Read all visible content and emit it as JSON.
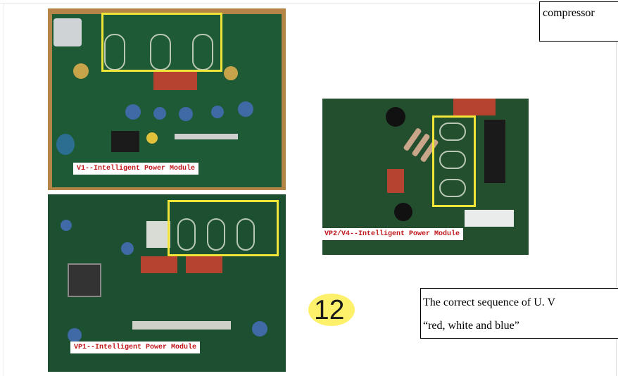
{
  "callouts": {
    "top_text": "compressor",
    "bottom_line1": "The correct sequence of U. V",
    "bottom_line2": "“red, white and blue”"
  },
  "photos": [
    {
      "label": "V1--Intelligent Power  Module"
    },
    {
      "label": "VP1--Intelligent Power  Module"
    },
    {
      "label": "VP2/V4--Intelligent Power  Module"
    }
  ],
  "badge": {
    "number": "12"
  },
  "colors": {
    "highlight": "#f2e53a",
    "label_text": "#c0171c",
    "pcb_green": "#1e5a33",
    "badge_fill": "#fdf06b"
  }
}
